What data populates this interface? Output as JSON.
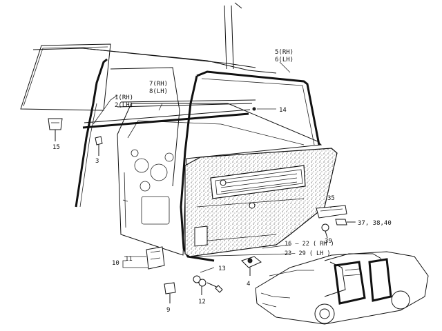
{
  "labels": {
    "p1_2": [
      "1(RH)",
      "2(LH)"
    ],
    "p3": "3",
    "p4": "4",
    "p5_6": [
      "5(RH)",
      "6(LH)"
    ],
    "p7_8": [
      "7(RH)",
      "8(LH)"
    ],
    "p9": "9",
    "p10": "10",
    "p11": "11",
    "p12": "12",
    "p13": "13",
    "p14": "14",
    "p15": "15",
    "p16_22": "16 – 22 ( RH )",
    "p23_29": "23– 29 ( LH )",
    "p35": "35",
    "p37_40": "37, 38,40",
    "p39": "39"
  }
}
